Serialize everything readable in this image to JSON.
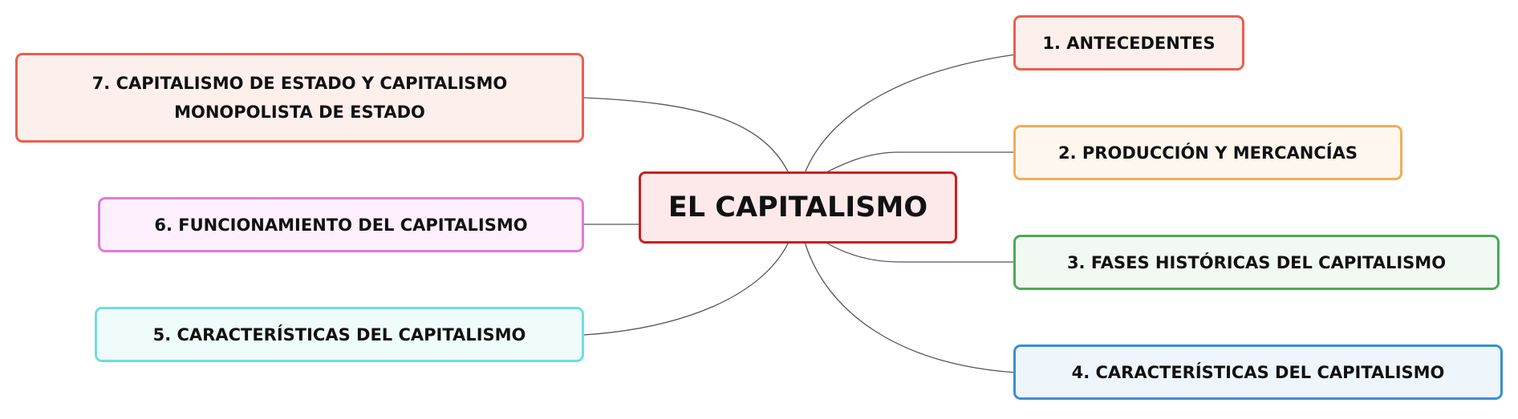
{
  "diagram": {
    "root": {
      "label": "EL CAPITALISMO",
      "border_color": "#cc1f1f",
      "fill_color": "#fde9e9"
    },
    "branches": [
      {
        "label": "1. ANTECEDENTES",
        "side": "right",
        "border_color": "#e8604e",
        "fill_color": "#fdf0ec"
      },
      {
        "label": "2. PRODUCCIÓN Y MERCANCÍAS",
        "side": "right",
        "border_color": "#f0ad55",
        "fill_color": "#fef7ee"
      },
      {
        "label": "3. FASES HISTÓRICAS DEL CAPITALISMO",
        "side": "right",
        "border_color": "#4caa5a",
        "fill_color": "#f1f9f2"
      },
      {
        "label": "4. CARACTERÍSTICAS DEL CAPITALISMO",
        "side": "right",
        "border_color": "#3a8fd0",
        "fill_color": "#eef6fc"
      },
      {
        "label": "5. CARACTERÍSTICAS DEL CAPITALISMO",
        "side": "left",
        "border_color": "#6fdde0",
        "fill_color": "#f0fcfc"
      },
      {
        "label": "6. FUNCIONAMIENTO DEL CAPITALISMO",
        "side": "left",
        "border_color": "#e07ad8",
        "fill_color": "#fdf0fc"
      },
      {
        "label": "7. CAPITALISMO DE ESTADO Y CAPITALISMO\nMONOPOLISTA DE ESTADO",
        "side": "left",
        "border_color": "#e8604e",
        "fill_color": "#fdf0ec"
      }
    ],
    "connector_color": "#555555"
  }
}
